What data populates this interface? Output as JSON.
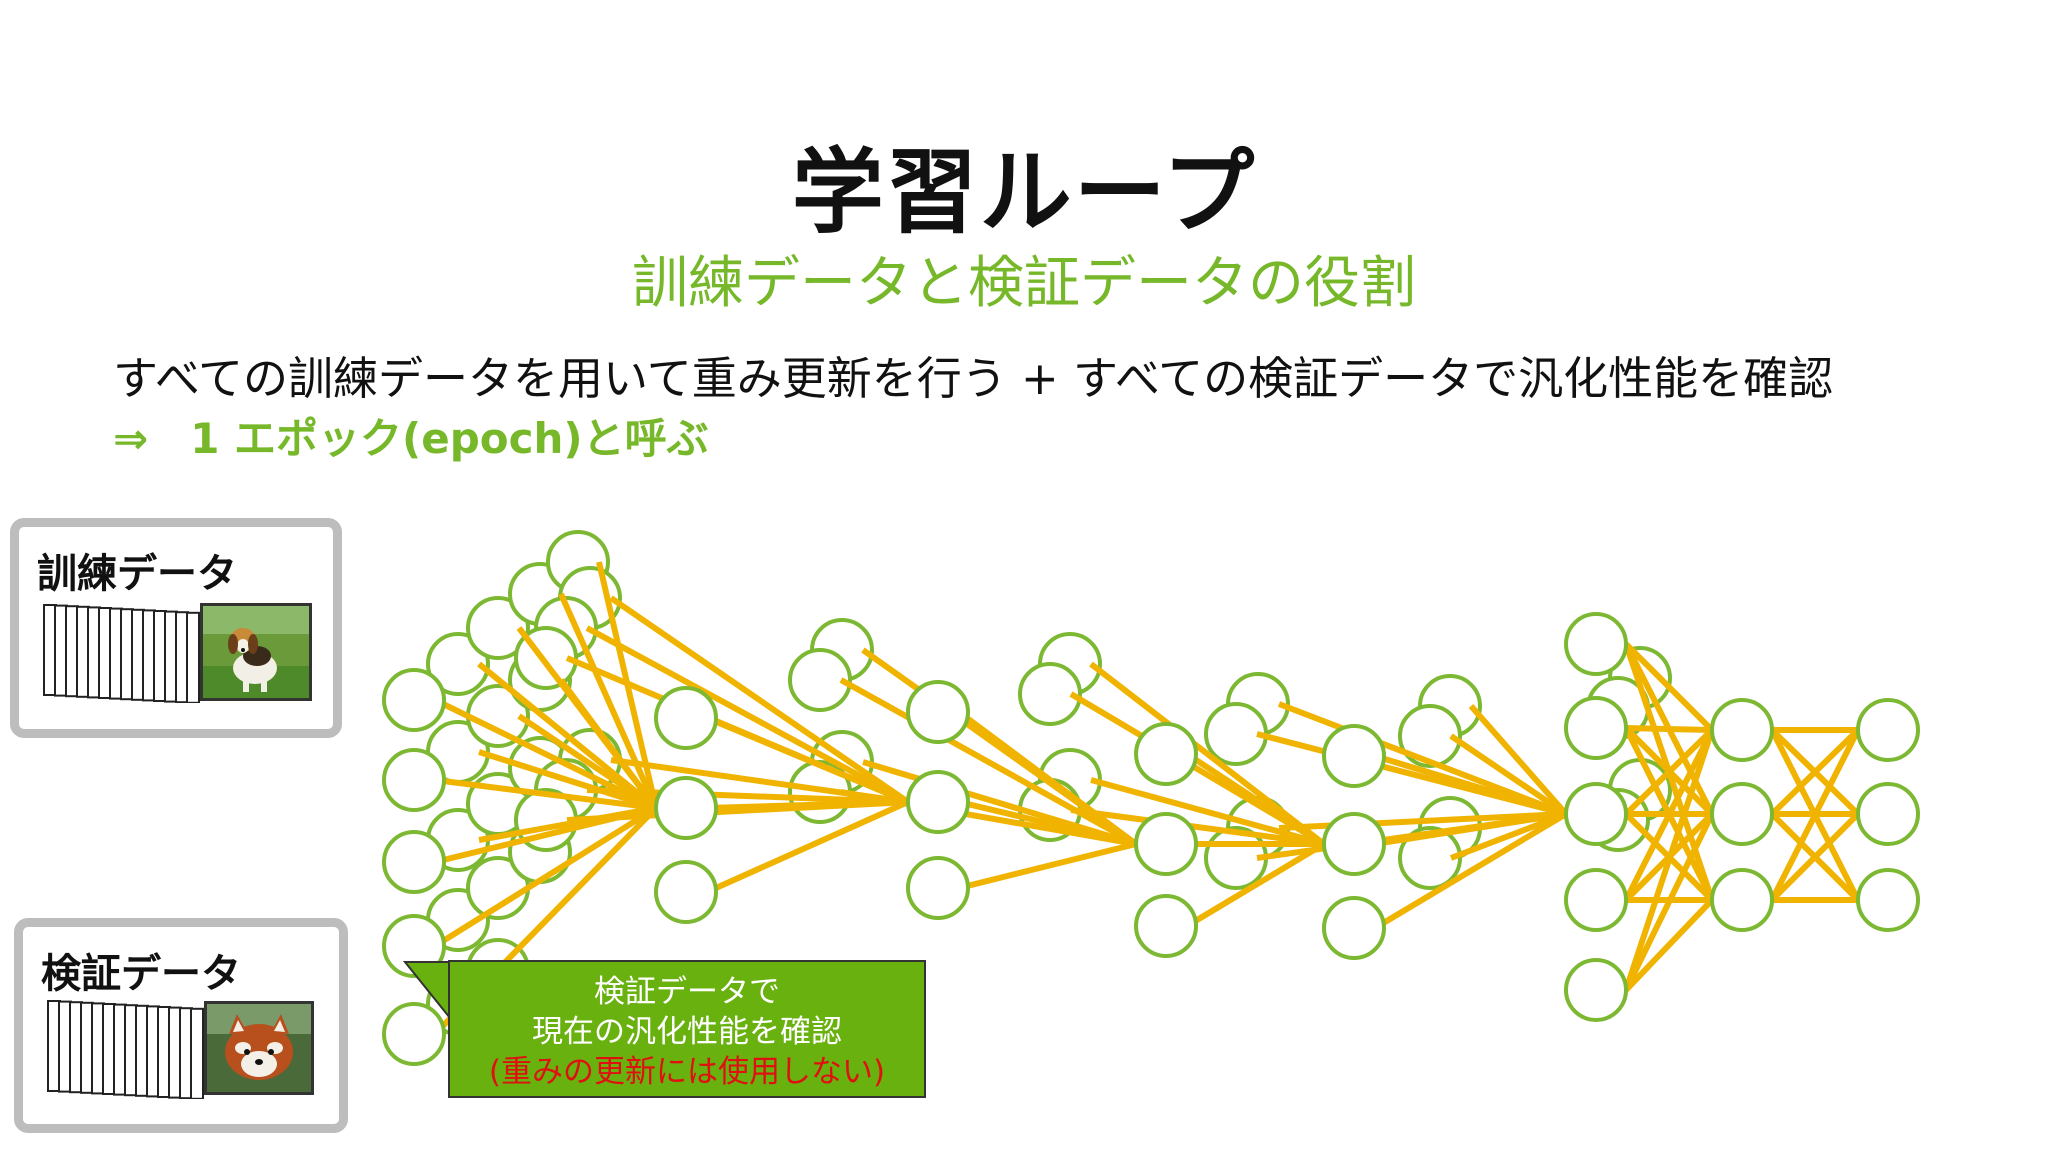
{
  "slide": {
    "title": "学習ループ",
    "subtitle": "訓練データと検証データの役割",
    "description": "すべての訓練データを用いて重み更新を行う + すべての検証データで汎化性能を確認",
    "epoch_line": "⇒　1 エポック(epoch)と呼ぶ"
  },
  "train_box": {
    "label": "訓練データ",
    "image_icon": "beagle-dog-photo"
  },
  "val_box": {
    "label": "検証データ",
    "image_icon": "red-panda-photo"
  },
  "callout": {
    "line1": "検証データで",
    "line2": "現在の汎化性能を確認",
    "line3": "(重みの更新には使用しない)"
  },
  "colors": {
    "accent": "#76b82a",
    "node_border": "#7cb832",
    "edge": "#f0b400",
    "callout_bg": "#69b10f",
    "warning_text": "#e01010",
    "box_border": "#bdbdbd"
  }
}
